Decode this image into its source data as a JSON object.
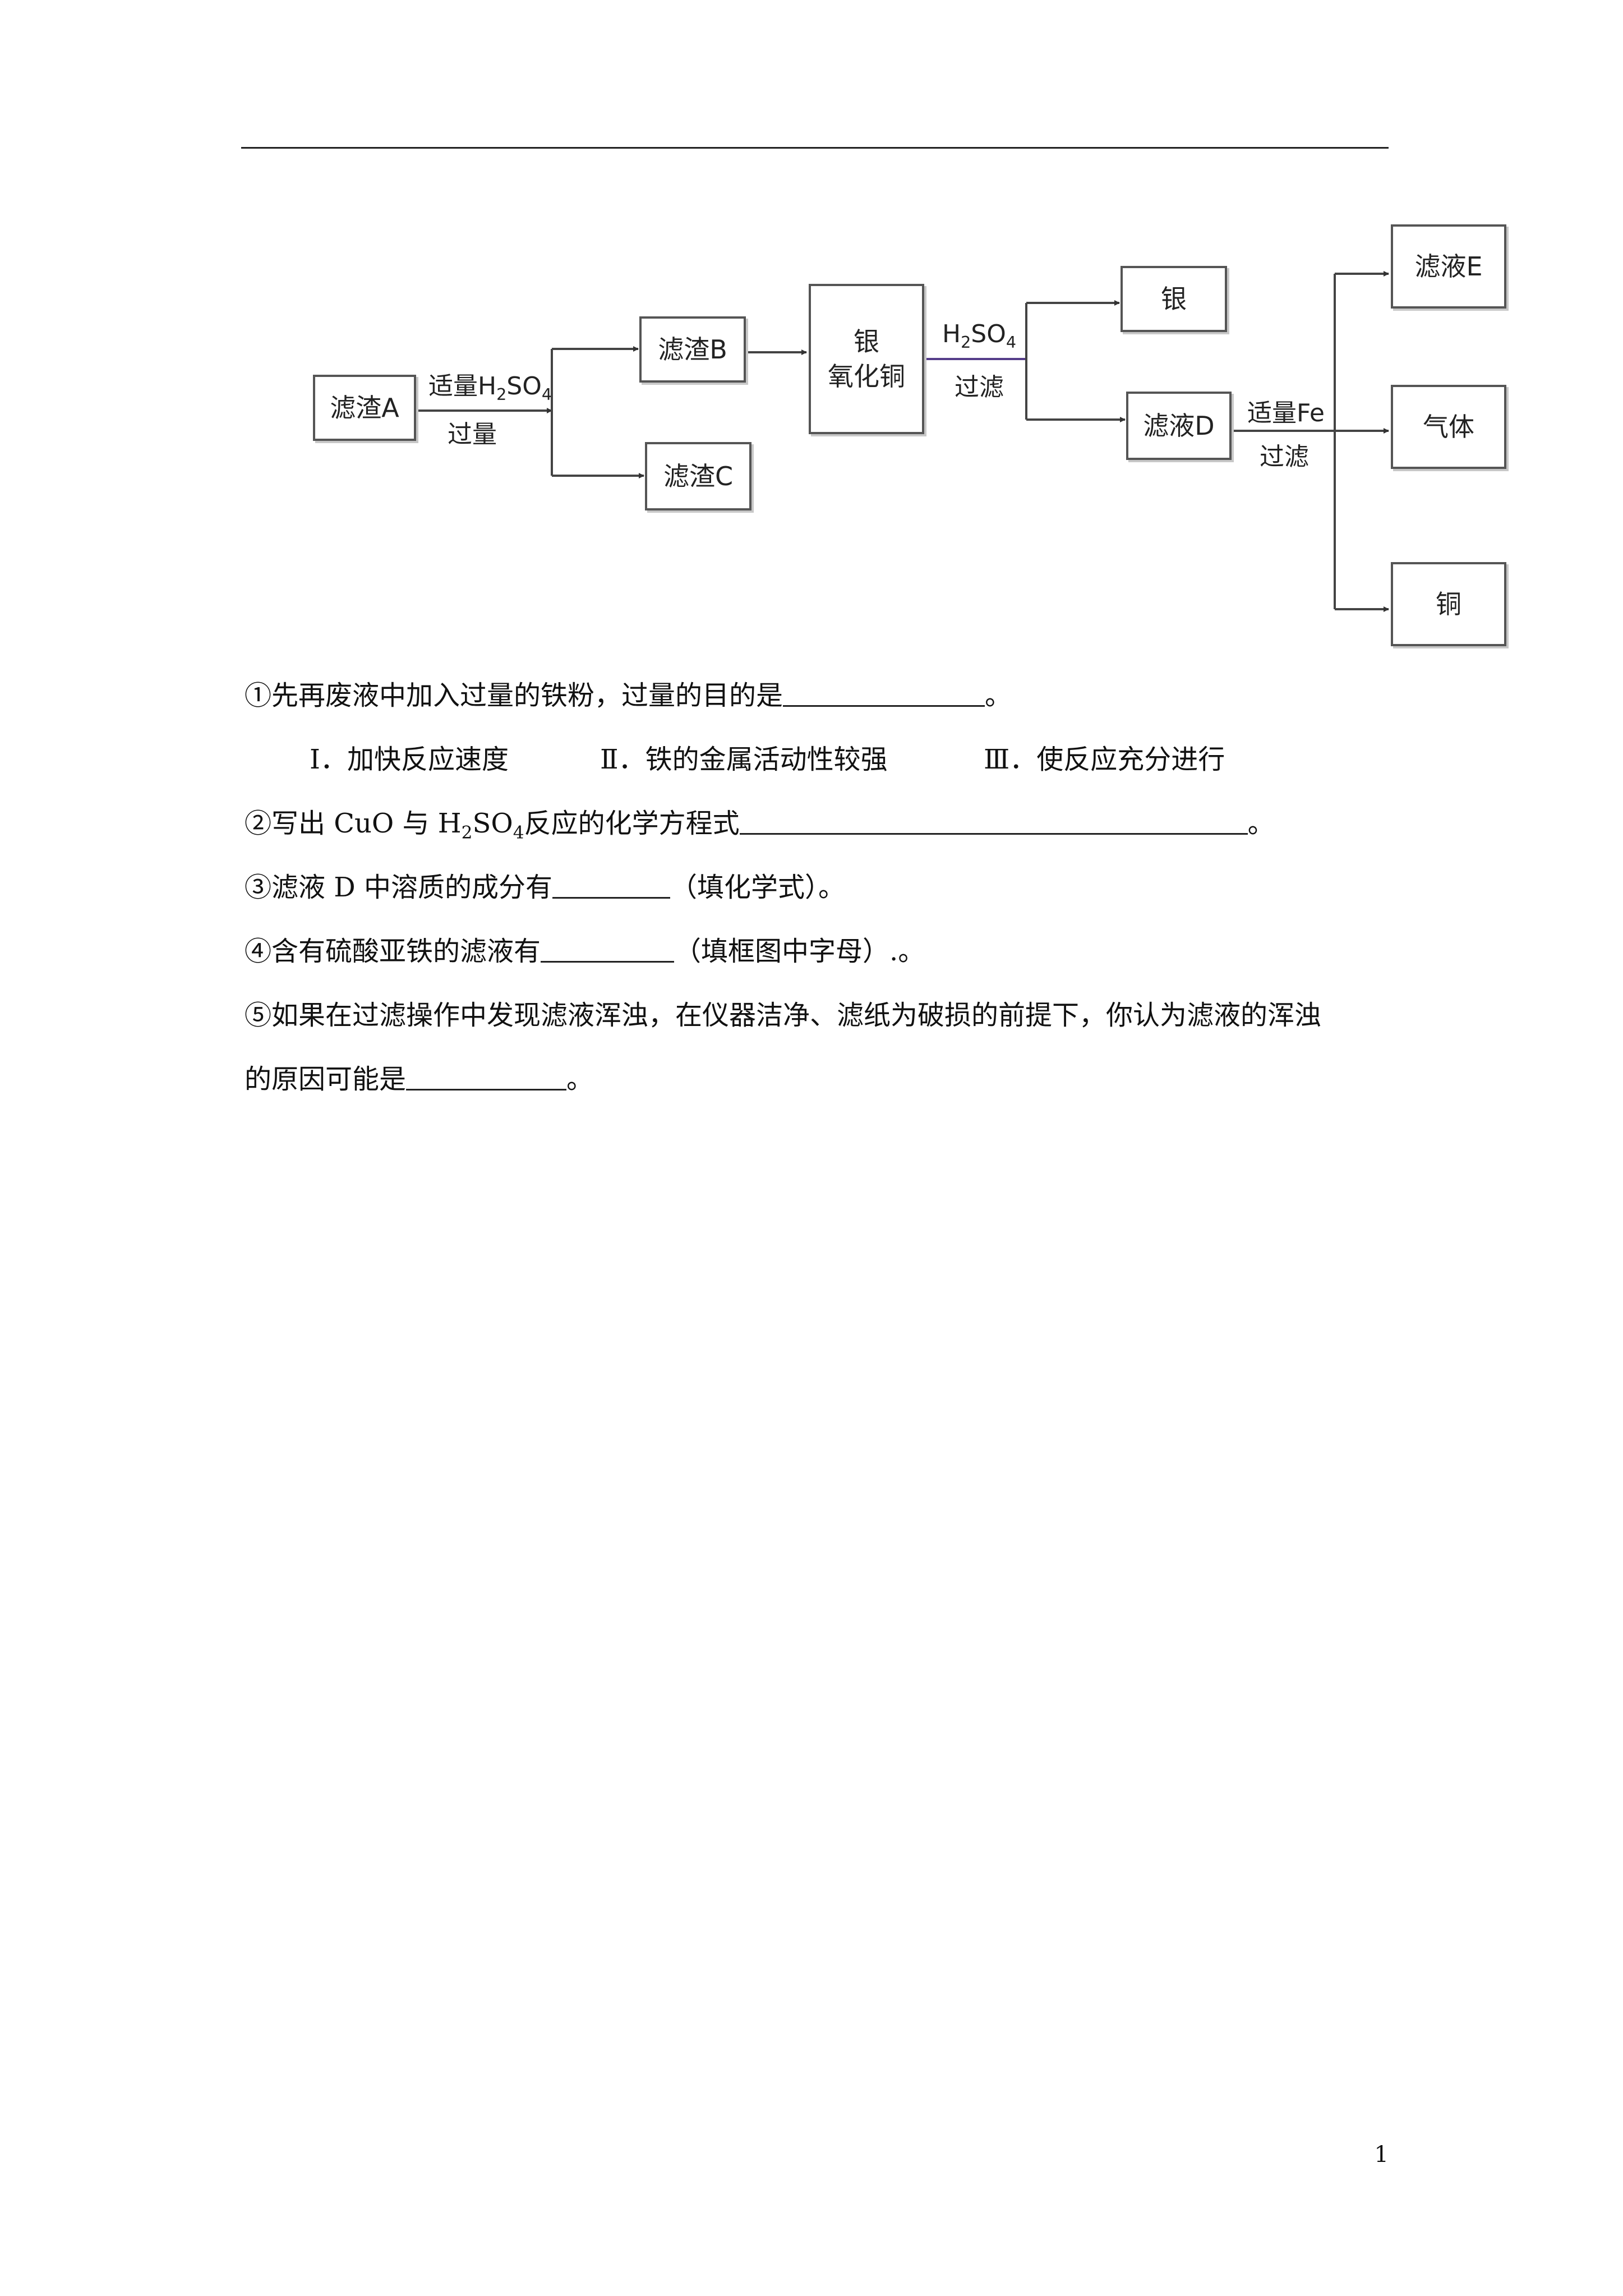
{
  "diagram": {
    "boxes": {
      "residue_a": "滤渣A",
      "residue_b": "滤渣B",
      "residue_c": "滤渣C",
      "mix_line1": "银",
      "mix_line2": "氧化铜",
      "silver": "银",
      "filtrate_d": "滤液D",
      "filtrate_e": "滤液E",
      "gas": "气体",
      "copper": "铜"
    },
    "labels": {
      "step1_top_prefix": "适量H",
      "step1_top_sub": "2",
      "step1_top_mid": "SO",
      "step1_top_sub2": "4",
      "step1_bottom": "过量",
      "step2_top_prefix": "H",
      "step2_top_sub": "2",
      "step2_top_mid": "SO",
      "step2_top_sub2": "4",
      "step2_bottom": "过滤",
      "step3_top": "适量Fe",
      "step3_bottom": "过滤"
    }
  },
  "questions": {
    "q1": "①先再废液中加入过量的铁粉，过量的目的是",
    "q1_end": "。",
    "q1_options": [
      "Ⅰ．加快反应速度",
      "Ⅱ．铁的金属活动性较强",
      "Ⅲ．使反应充分进行"
    ],
    "q2_prefix": "②写出 CuO 与 H",
    "q2_sub1": "2",
    "q2_mid": "SO",
    "q2_sub2": "4",
    "q2_suffix": "反应的化学方程式",
    "q2_end": "。",
    "q3_prefix": "③滤液 D 中溶质的成分有",
    "q3_suffix": "（填化学式）。",
    "q4_prefix": "④含有硫酸亚铁的滤液有",
    "q4_suffix": "（填框图中字母）.。",
    "q5_line1": "⑤如果在过滤操作中发现滤液浑浊，在仪器洁净、滤纸为破损的前提下，你认为滤液的浑浊",
    "q5_line2_prefix": "的原因可能是",
    "q5_end": "。"
  },
  "page_number": "1"
}
